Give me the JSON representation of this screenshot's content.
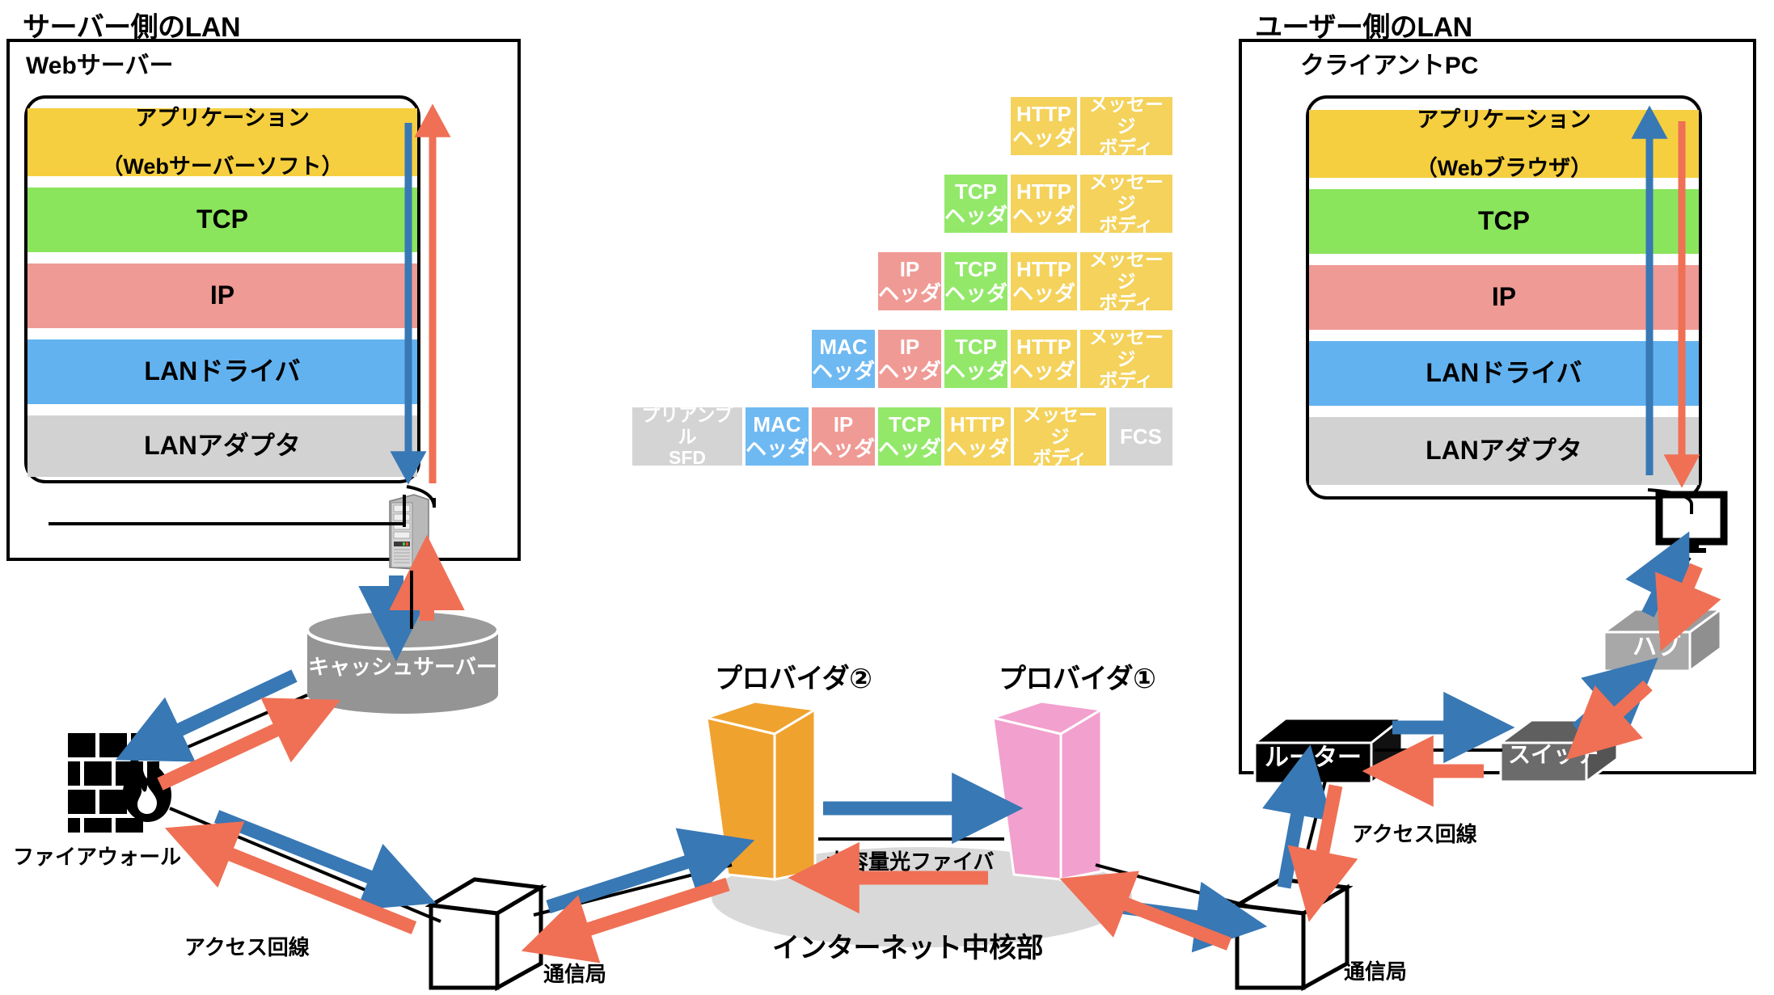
{
  "server_lan": {
    "title": "サーバー側のLAN",
    "device_title": "Webサーバー",
    "stack": [
      {
        "id": "app",
        "label": "アプリケーション",
        "label2": "（Webサーバーソフト）",
        "color": "#f5cf3f"
      },
      {
        "id": "tcp",
        "label": "TCP",
        "label2": "",
        "color": "#8ae55c"
      },
      {
        "id": "ip",
        "label": "IP",
        "label2": "",
        "color": "#ef9a95"
      },
      {
        "id": "lan-driver",
        "label": "LANドライバ",
        "label2": "",
        "color": "#62b2f0"
      },
      {
        "id": "lan-adapter",
        "label": "LANアダプタ",
        "label2": "",
        "color": "#d2d2d2"
      }
    ],
    "cache_server": "キャッシュサーバー",
    "firewall": "ファイアウォール",
    "access_line": "アクセス回線",
    "telecom_office": "通信局"
  },
  "user_lan": {
    "title": "ユーザー側のLAN",
    "device_title": "クライアントPC",
    "stack": [
      {
        "id": "app",
        "label": "アプリケーション",
        "label2": "（Webブラウザ）",
        "color": "#f5cf3f"
      },
      {
        "id": "tcp",
        "label": "TCP",
        "label2": "",
        "color": "#8ae55c"
      },
      {
        "id": "ip",
        "label": "IP",
        "label2": "",
        "color": "#ef9a95"
      },
      {
        "id": "lan-driver",
        "label": "LANドライバ",
        "label2": "",
        "color": "#62b2f0"
      },
      {
        "id": "lan-adapter",
        "label": "LANアダプタ",
        "label2": "",
        "color": "#d2d2d2"
      }
    ],
    "hub": "ハブ",
    "switch": "スイッチ",
    "router": "ルーター",
    "access_line": "アクセス回線",
    "telecom_office": "通信局"
  },
  "internet": {
    "provider2": "プロバイダ②",
    "provider1": "プロバイダ①",
    "fiber": "大容量光ファイバ",
    "core": "インターネット中核部",
    "provider2_color": "#f0a22e",
    "provider1_color": "#f2a0ce",
    "core_color": "#d9d9d9"
  },
  "encapsulation": {
    "rows": [
      {
        "id": "row-http",
        "cells": [
          {
            "id": "http-header",
            "line1": "HTTP",
            "line2": "ヘッダ",
            "color": "#f4d25b",
            "w": 82
          },
          {
            "id": "message-body",
            "line1": "メッセージ",
            "line2": "ボディ",
            "color": "#f4d25b",
            "w": 114
          }
        ]
      },
      {
        "id": "row-tcp",
        "cells": [
          {
            "id": "tcp-header",
            "line1": "TCP",
            "line2": "ヘッダ",
            "color": "#93e86a",
            "w": 78
          },
          {
            "id": "http-header",
            "line1": "HTTP",
            "line2": "ヘッダ",
            "color": "#f4d25b",
            "w": 82
          },
          {
            "id": "message-body",
            "line1": "メッセージ",
            "line2": "ボディ",
            "color": "#f4d25b",
            "w": 114
          }
        ]
      },
      {
        "id": "row-ip",
        "cells": [
          {
            "id": "ip-header",
            "line1": "IP",
            "line2": "ヘッダ",
            "color": "#f09a95",
            "w": 78
          },
          {
            "id": "tcp-header",
            "line1": "TCP",
            "line2": "ヘッダ",
            "color": "#93e86a",
            "w": 78
          },
          {
            "id": "http-header",
            "line1": "HTTP",
            "line2": "ヘッダ",
            "color": "#f4d25b",
            "w": 82
          },
          {
            "id": "message-body",
            "line1": "メッセージ",
            "line2": "ボディ",
            "color": "#f4d25b",
            "w": 114
          }
        ]
      },
      {
        "id": "row-mac",
        "cells": [
          {
            "id": "mac-header",
            "line1": "MAC",
            "line2": "ヘッダ",
            "color": "#6fb9f2",
            "w": 78
          },
          {
            "id": "ip-header",
            "line1": "IP",
            "line2": "ヘッダ",
            "color": "#f09a95",
            "w": 78
          },
          {
            "id": "tcp-header",
            "line1": "TCP",
            "line2": "ヘッダ",
            "color": "#93e86a",
            "w": 78
          },
          {
            "id": "http-header",
            "line1": "HTTP",
            "line2": "ヘッダ",
            "color": "#f4d25b",
            "w": 82
          },
          {
            "id": "message-body",
            "line1": "メッセージ",
            "line2": "ボディ",
            "color": "#f4d25b",
            "w": 114
          }
        ]
      },
      {
        "id": "row-frame",
        "cells": [
          {
            "id": "preamble-sfd",
            "line1": "プリアンブル",
            "line2": "SFD",
            "color": "#d4d4d4",
            "w": 136
          },
          {
            "id": "mac-header",
            "line1": "MAC",
            "line2": "ヘッダ",
            "color": "#6fb9f2",
            "w": 78
          },
          {
            "id": "ip-header",
            "line1": "IP",
            "line2": "ヘッダ",
            "color": "#f09a95",
            "w": 78
          },
          {
            "id": "tcp-header",
            "line1": "TCP",
            "line2": "ヘッダ",
            "color": "#93e86a",
            "w": 78
          },
          {
            "id": "http-header",
            "line1": "HTTP",
            "line2": "ヘッダ",
            "color": "#f4d25b",
            "w": 82
          },
          {
            "id": "message-body",
            "line1": "メッセージ",
            "line2": "ボディ",
            "color": "#f4d25b",
            "w": 114
          },
          {
            "id": "fcs",
            "line1": "FCS",
            "line2": "",
            "color": "#d4d4d4",
            "w": 78
          }
        ]
      }
    ]
  },
  "colors": {
    "request_arrow": "#3878b4",
    "response_arrow": "#ef7055",
    "outline": "#000000"
  }
}
